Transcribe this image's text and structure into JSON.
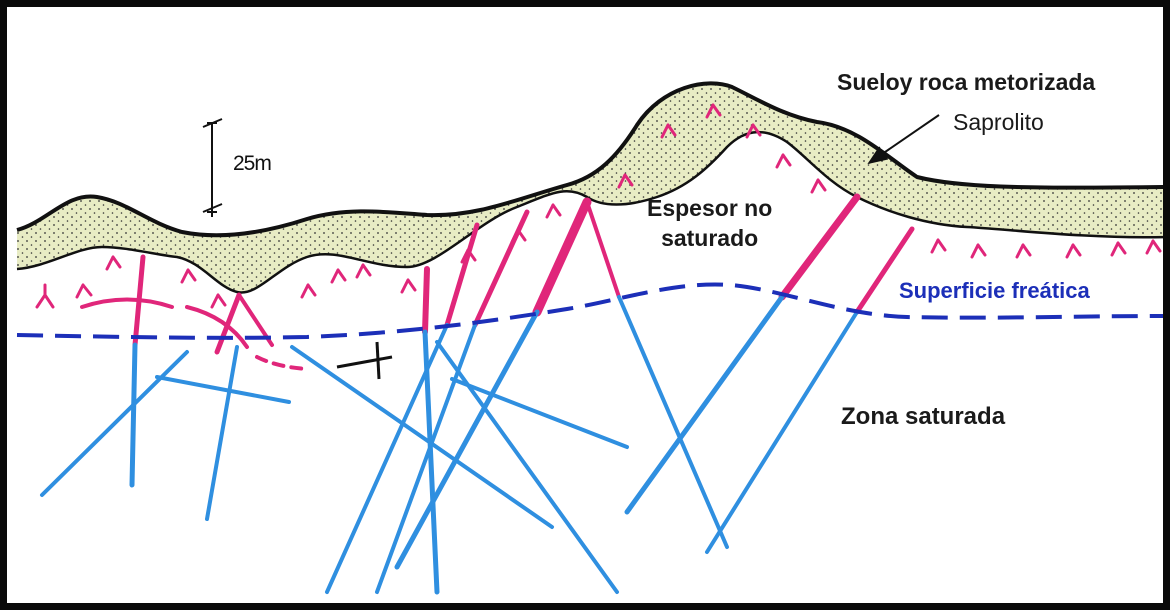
{
  "labels": {
    "suelo": "Sueloy roca metorizada",
    "saprolito": "Saprolito",
    "espesor_line1": "Espesor no",
    "espesor_line2": "saturado",
    "superficie": "Superficie freática",
    "zona": "Zona saturada",
    "scale": "25m"
  },
  "colors": {
    "frame": "#0a0a0a",
    "saprolite_fill": "#e8ecc4",
    "surface_line": "#111111",
    "fracture_magenta": "#e0267a",
    "fracture_blue": "#2f8fe0",
    "water_table": "#1c2fb8"
  },
  "icons": [
    "leader-arrow-icon",
    "scale-bar-icon"
  ]
}
